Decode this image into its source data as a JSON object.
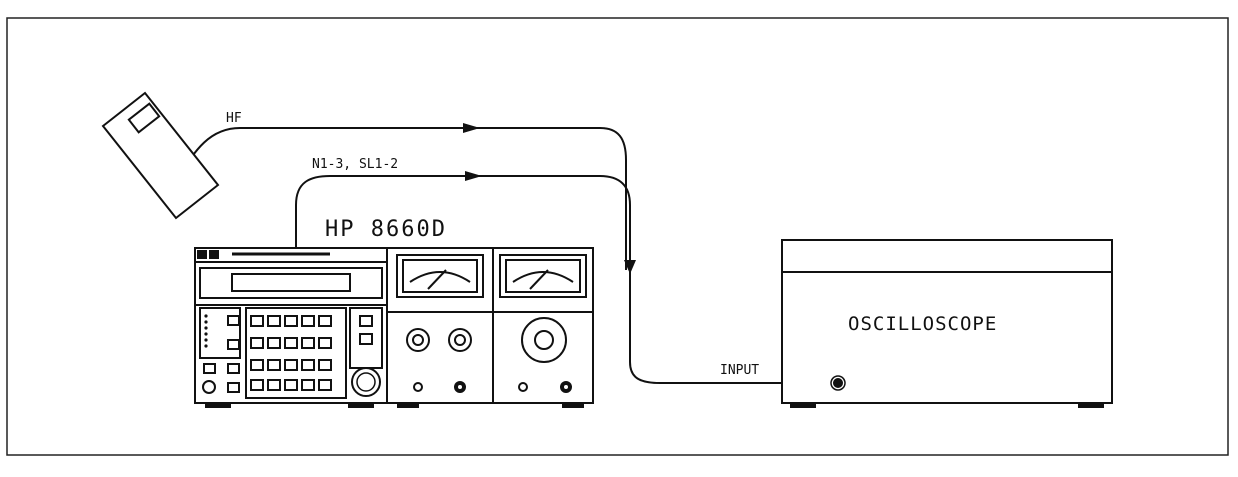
{
  "diagram": {
    "hf_label": "HF",
    "n_label": "N1-3, SL1-2",
    "instrument_label": "HP 8660D",
    "oscilloscope_label": "OSCILLOSCOPE",
    "input_label": "INPUT"
  }
}
